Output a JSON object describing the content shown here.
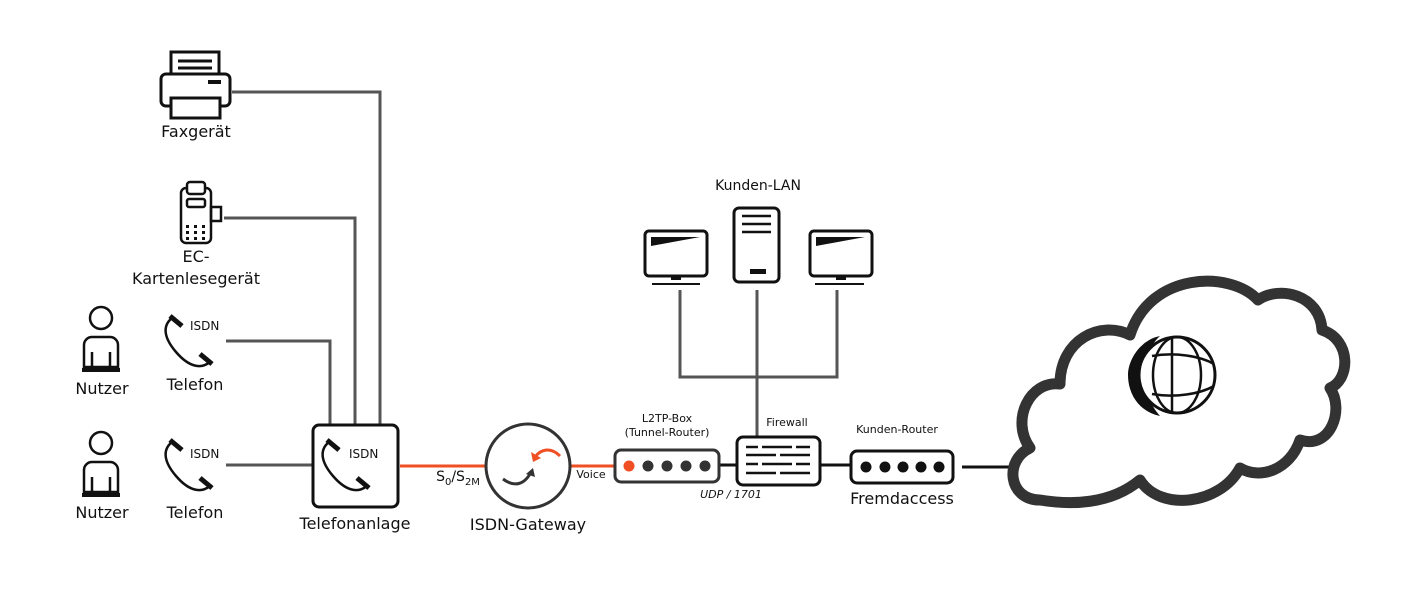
{
  "colors": {
    "line": "#555555",
    "accent": "#f04e23",
    "icon": "#111111",
    "cloud": "#333333",
    "led_off": "#333333"
  },
  "devices": {
    "fax": {
      "label": "Faxgerät",
      "icon": "printer-icon"
    },
    "ec": {
      "label_line1": "EC-",
      "label_line2": "Kartenlesegerät",
      "icon": "card-reader-icon"
    },
    "users": [
      {
        "label": "Nutzer",
        "icon": "user-icon"
      },
      {
        "label": "Nutzer",
        "icon": "user-icon"
      }
    ],
    "phones": [
      {
        "label": "Telefon",
        "tag": "ISDN",
        "icon": "phone-handset-icon"
      },
      {
        "label": "Telefon",
        "tag": "ISDN",
        "icon": "phone-handset-icon"
      }
    ],
    "pbx": {
      "label": "Telefonanlage",
      "tag": "ISDN",
      "icon": "phone-handset-icon"
    },
    "gateway": {
      "label": "ISDN-Gateway",
      "icon": "gateway-arrows-icon"
    },
    "l2tp": {
      "label_line1": "L2TP-Box",
      "label_line2": "(Tunnel-Router)",
      "icon": "router-icon",
      "leds": 5,
      "active_leds": 1
    },
    "firewall": {
      "label": "Firewall",
      "icon": "firewall-icon"
    },
    "customer_router": {
      "label": "Kunden-Router",
      "sublabel": "Fremdaccess",
      "icon": "router-icon",
      "leds": 5
    },
    "lan": {
      "label": "Kunden-LAN",
      "items": [
        "monitor-icon",
        "server-icon",
        "monitor-icon"
      ]
    },
    "internet": {
      "icon": "globe-icon",
      "container": "cloud-icon"
    }
  },
  "links": {
    "s0_main": "S",
    "s0_sub": "0",
    "s2m_main": "S",
    "s2m_sub": "2M",
    "voice": "Voice",
    "udp": "UDP / 1701"
  }
}
